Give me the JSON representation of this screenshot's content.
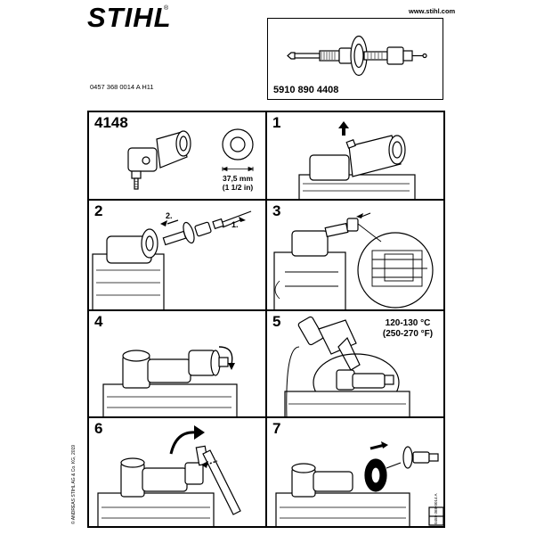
{
  "header": {
    "brand": "STIHL",
    "registered": "®",
    "website": "www.stihl.com",
    "document_number": "0457 368 0014 A H11"
  },
  "tool": {
    "part_number": "5910 890 4408"
  },
  "steps": [
    {
      "label": "4148",
      "dimension_line1": "37,5 mm",
      "dimension_line2": "(1 1/2 in)"
    },
    {
      "label": "1"
    },
    {
      "label": "2",
      "arrow1": "1.",
      "arrow2": "2."
    },
    {
      "label": "3"
    },
    {
      "label": "4"
    },
    {
      "label": "5",
      "temp_line1": "120-130 °C",
      "temp_line2": "(250-270 °F)"
    },
    {
      "label": "6"
    },
    {
      "label": "7"
    }
  ],
  "footer": {
    "side_code_left": "© ANDREAS STIHL AG & Co. KG, 2019",
    "side_code_right": "0458-368-0014 A"
  }
}
